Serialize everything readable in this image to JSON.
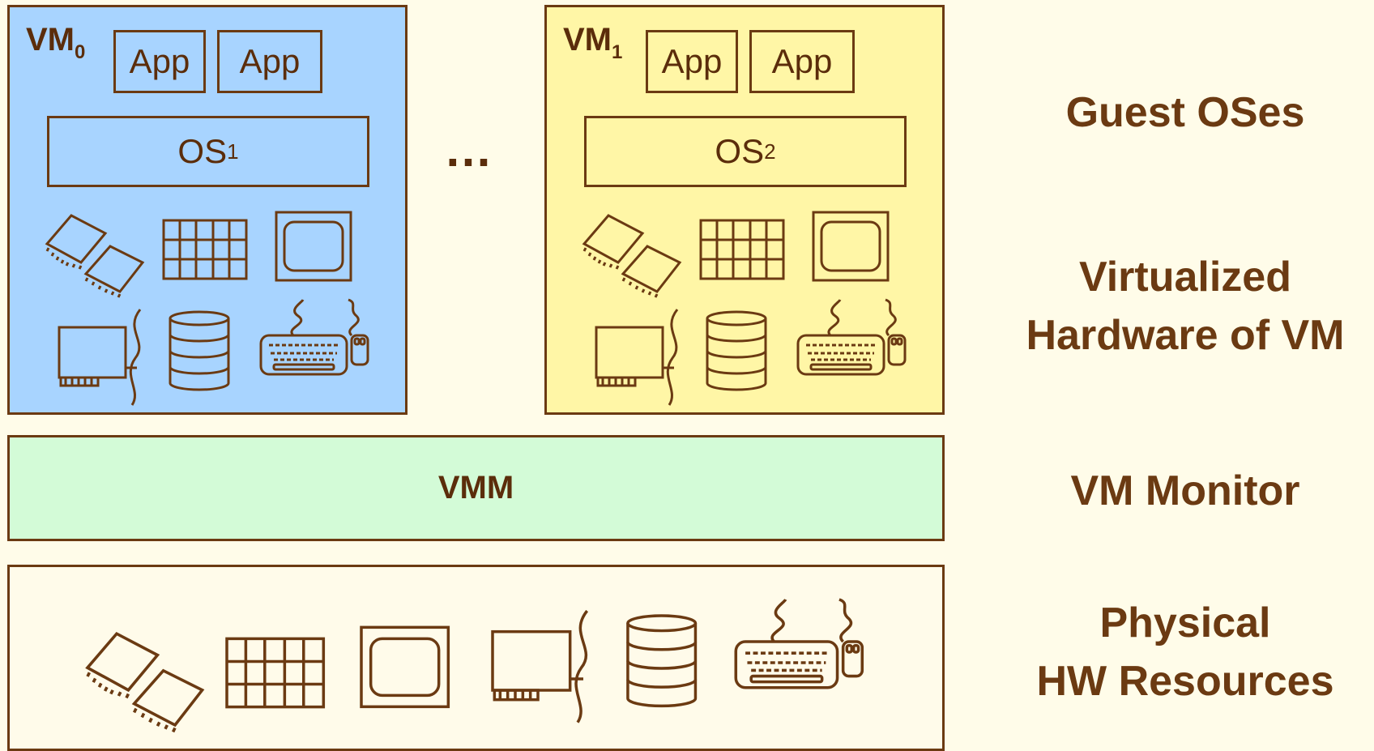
{
  "vm0": {
    "label": "VM",
    "sub": "0",
    "apps": [
      "App",
      "App"
    ],
    "os": "OS",
    "os_sub": "1",
    "color": "#a8d4ff"
  },
  "vm1": {
    "label": "VM",
    "sub": "1",
    "apps": [
      "App",
      "App"
    ],
    "os": "OS",
    "os_sub": "2",
    "color": "#fff6a6"
  },
  "ellipsis": "…",
  "vmm": {
    "label": "VMM",
    "color": "#d3fbd7"
  },
  "side_labels": {
    "guest": "Guest OSes",
    "virtualized_line1": "Virtualized",
    "virtualized_line2": "Hardware of VM",
    "monitor": "VM Monitor",
    "physical_line1": "Physical",
    "physical_line2": "HW Resources"
  },
  "icons": [
    "cpu-chips-icon",
    "memory-grid-icon",
    "monitor-icon",
    "network-card-icon",
    "disk-stack-icon",
    "keyboard-mouse-icon"
  ]
}
